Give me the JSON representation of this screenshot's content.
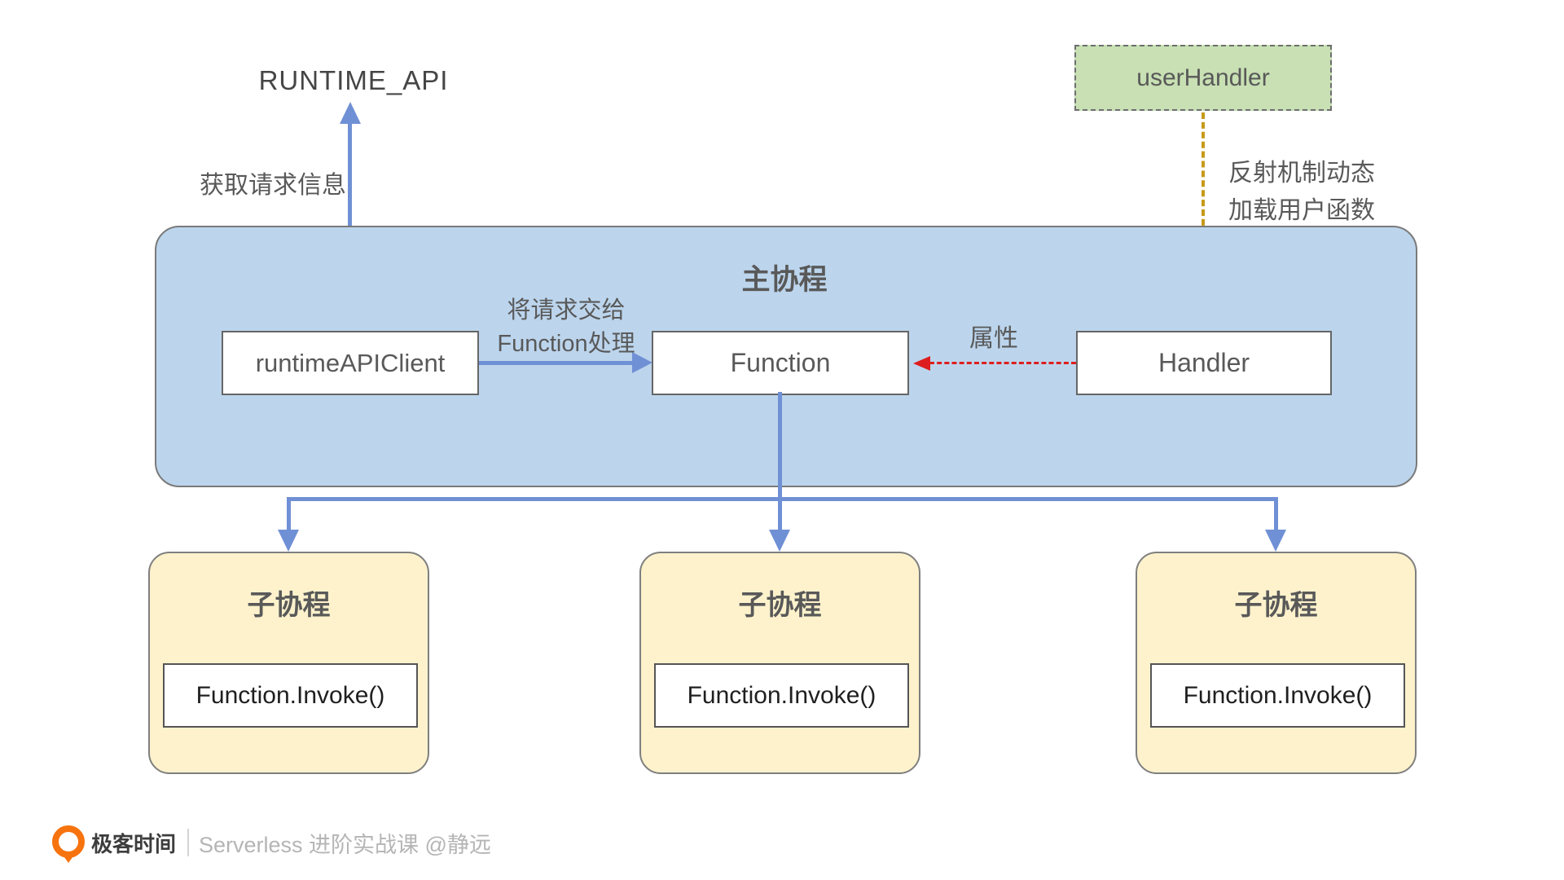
{
  "colors": {
    "container_fill": "#bcd5ed",
    "container_border": "#7a7a7a",
    "child_fill": "#fdf2cc",
    "child_border": "#7f7f7f",
    "user_handler_fill": "#c8e0b3",
    "box_border": "#666666",
    "arrow_blue": "#7090d5",
    "arrow_gold": "#c79a18",
    "arrow_red": "#de1e1e",
    "label_gray": "#595959",
    "footer_gray": "#b5b5b5",
    "brand_orange": "#f7730e"
  },
  "top": {
    "runtime_api": "RUNTIME_API",
    "get_request_label": "获取请求信息",
    "user_handler": "userHandler",
    "reflect_label_line1": "反射机制动态",
    "reflect_label_line2": "加载用户函数"
  },
  "main": {
    "title": "主协程",
    "runtime_api_client": "runtimeAPIClient",
    "pass_label_line1": "将请求交给",
    "pass_label_line2": "Function处理",
    "function": "Function",
    "attribute_label": "属性",
    "handler": "Handler"
  },
  "children": [
    {
      "title": "子协程",
      "body": "Function.Invoke()"
    },
    {
      "title": "子协程",
      "body": "Function.Invoke()"
    },
    {
      "title": "子协程",
      "body": "Function.Invoke()"
    }
  ],
  "footer": {
    "brand": "极客时间",
    "separator": "|",
    "course": "Serverless 进阶实战课 @静远"
  }
}
